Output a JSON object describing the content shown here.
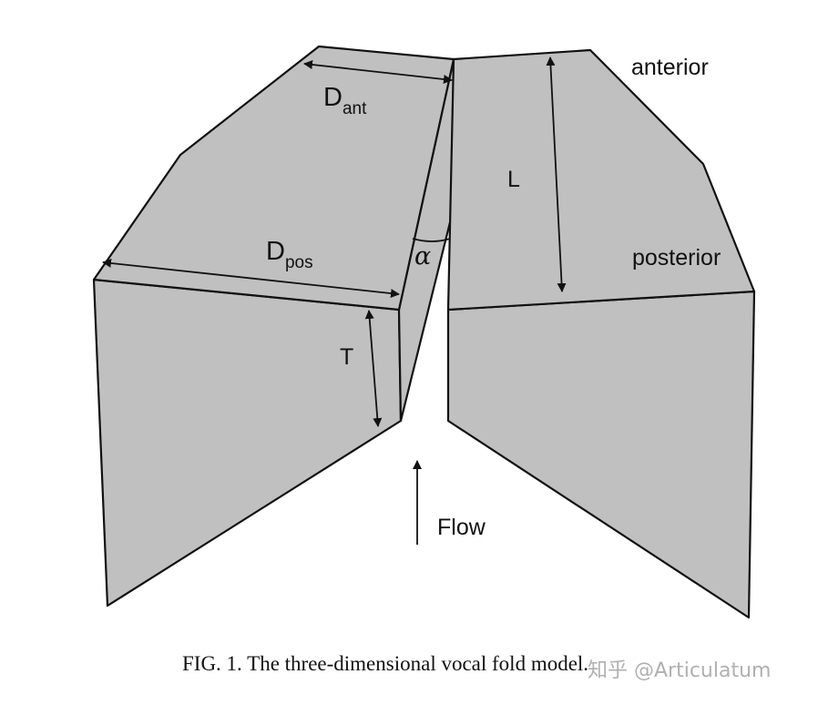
{
  "labels": {
    "d_ant_main": "D",
    "d_ant_sub": "ant",
    "d_pos_main": "D",
    "d_pos_sub": "pos",
    "alpha": "α",
    "l": "L",
    "t": "T",
    "anterior": "anterior",
    "posterior": "posterior",
    "flow": "Flow"
  },
  "caption": "FIG. 1. The three-dimensional vocal fold model.",
  "watermark": "知乎 @Articulatum",
  "colors": {
    "fold_fill": "#c0c0c0",
    "stroke": "#111111"
  }
}
